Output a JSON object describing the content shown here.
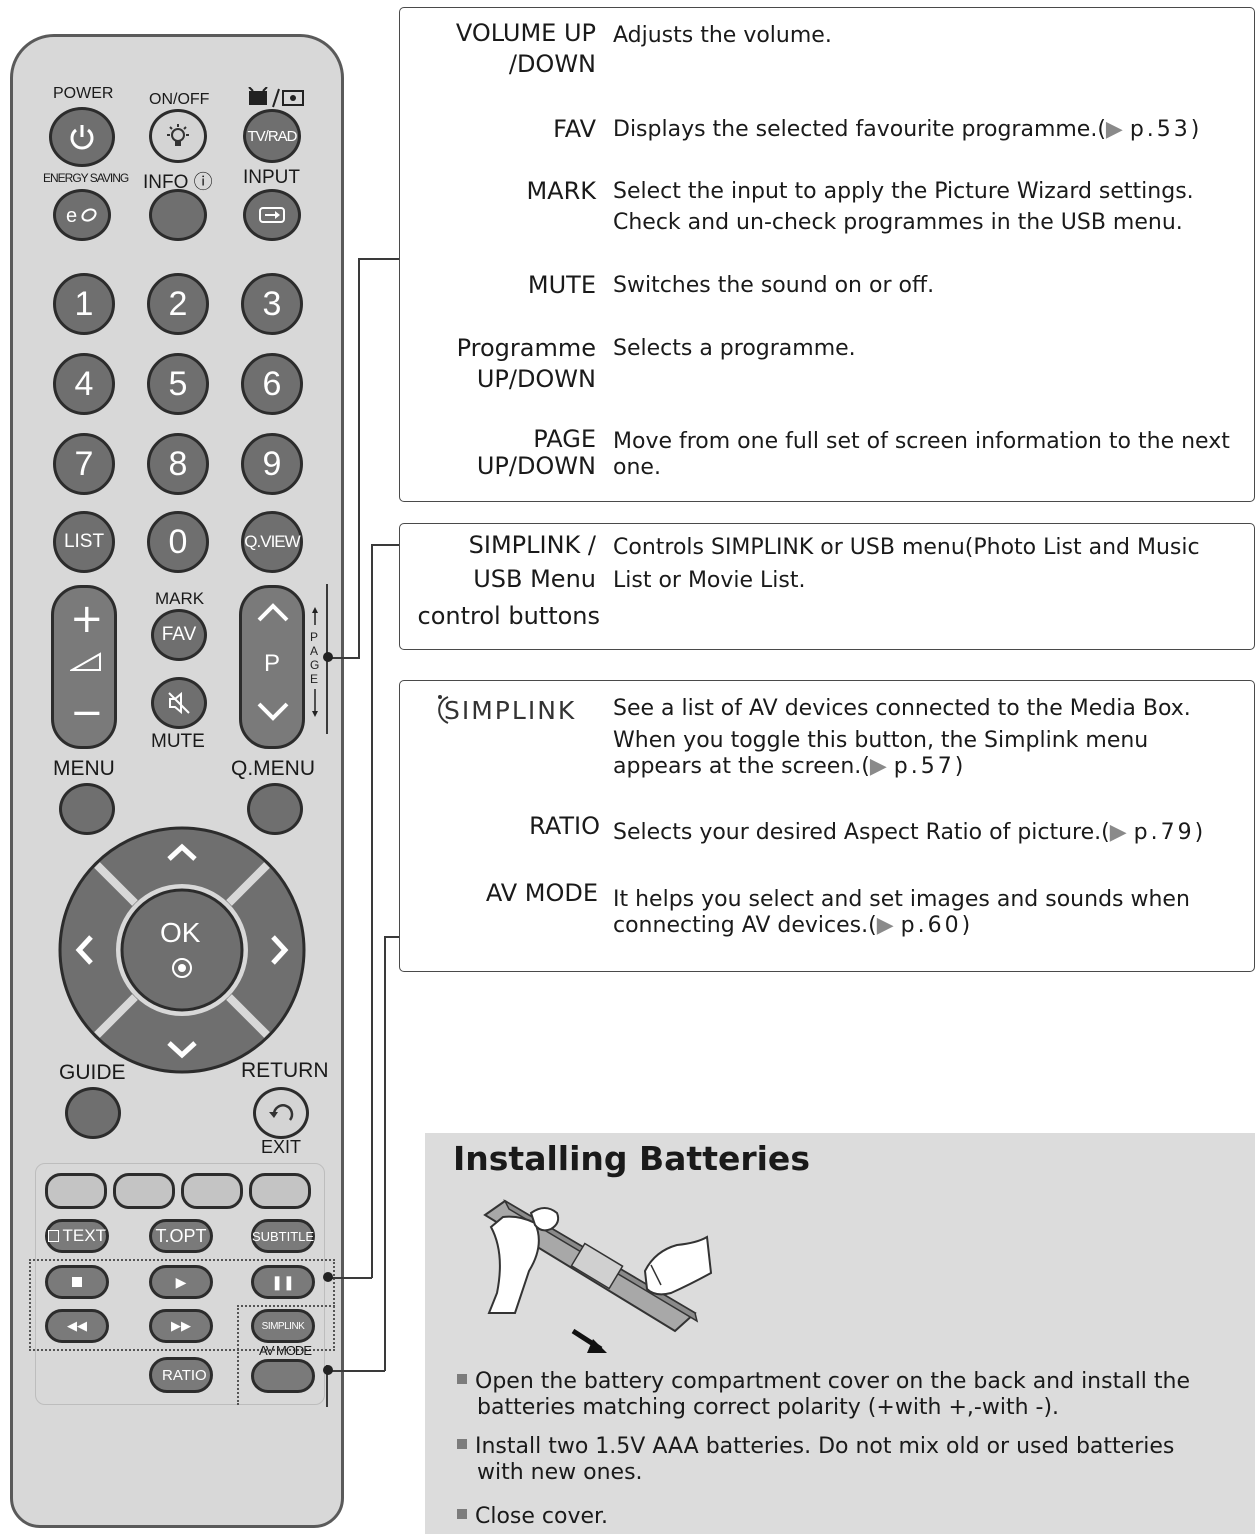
{
  "remote": {
    "top_labels": {
      "power": "POWER",
      "on_off": "ON/OFF",
      "tv_rad": "TV/RAD",
      "energy_saving": "ENERGY SAVING",
      "info": "INFO ⓘ",
      "input": "INPUT"
    },
    "digits": [
      "1",
      "2",
      "3",
      "4",
      "5",
      "6",
      "7",
      "8",
      "9",
      "0"
    ],
    "list_label": "LIST",
    "qview_label": "Q.VIEW",
    "mark_label": "MARK",
    "fav_label": "FAV",
    "mute_label": "MUTE",
    "p_label": "P",
    "page_label": "PAGE",
    "menu_label": "MENU",
    "qmenu_label": "Q.MENU",
    "ok_label": "OK",
    "guide_label": "GUIDE",
    "return_label": "RETURN",
    "exit_label": "EXIT",
    "text_label": "TEXT",
    "topt_label": "T.OPT",
    "subtitle_label": "SUBTITLE",
    "avmode_label": "AV MODE",
    "ratio_label": "RATIO",
    "simplink_btn_label": "SIMPLINK"
  },
  "box1": {
    "items": [
      {
        "term": "VOLUME UP\n/DOWN",
        "desc": "Adjusts the volume."
      },
      {
        "term": "FAV",
        "desc": "Displays the selected favourite programme.(",
        "ref": "p.53",
        "tail": ")"
      },
      {
        "term": "MARK",
        "desc": "Select the input to apply the Picture Wizard settings.",
        "desc2": "Check and un-check programmes in the USB menu."
      },
      {
        "term": "MUTE",
        "desc": "Switches the sound on or off."
      },
      {
        "term": "Programme\nUP/DOWN",
        "desc": "Selects a programme."
      },
      {
        "term": "PAGE\nUP/DOWN",
        "desc": "Move from one full set of screen information to the next",
        "desc2": "one."
      }
    ]
  },
  "box2": {
    "term1": "SIMPLINK /",
    "term2": "USB Menu",
    "term3": "control buttons",
    "desc1": "Controls SIMPLINK or USB menu(Photo List and Music",
    "desc2": "List or Movie List."
  },
  "box3": {
    "simplink_logo": "SIMPLINK",
    "simplink_desc1": "See a list of AV devices connected to the Media Box.",
    "simplink_desc2": "When you toggle this button, the Simplink menu",
    "simplink_desc3": "appears at the screen.(",
    "simplink_ref": "p.57",
    "ratio_term": "RATIO",
    "ratio_desc": "Selects your desired Aspect Ratio of picture.(",
    "ratio_ref": "p.79",
    "avmode_term": "AV MODE",
    "avmode_desc1": "It helps you select and set images and sounds when",
    "avmode_desc2": "connecting AV devices.(",
    "avmode_ref": "p.60",
    "close_paren": ")"
  },
  "batteries": {
    "title": "Installing Batteries",
    "steps": [
      {
        "line1": "Open the battery compartment cover on the back and install the",
        "line2": "batteries matching correct polarity (+with +,-with -)."
      },
      {
        "line1": "Install two 1.5V AAA batteries. Do not mix old or used batteries",
        "line2": "with new ones."
      },
      {
        "line1": "Close cover.",
        "line2": ""
      }
    ]
  },
  "colors": {
    "remote_body": "#d8d8d8",
    "button_dark": "#6f6f6f",
    "panel_gray": "#dcdcdc"
  }
}
